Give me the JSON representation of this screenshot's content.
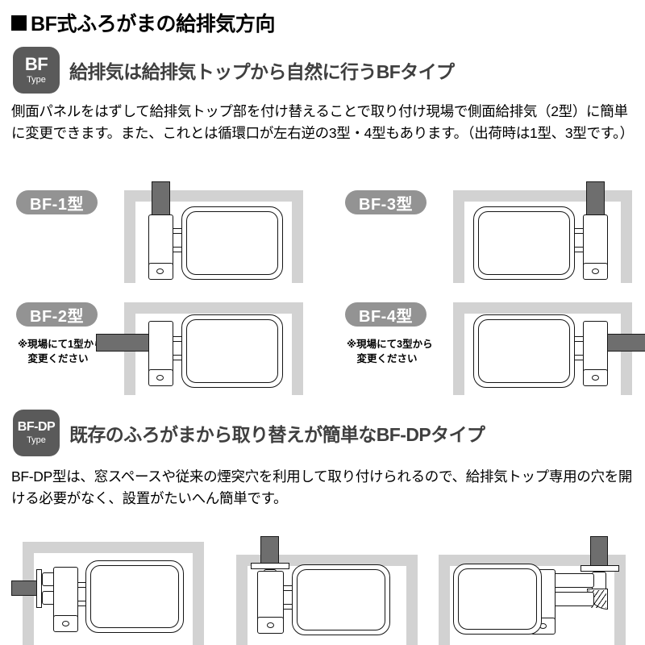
{
  "heading": {
    "bullet": "square-bullet",
    "title": "BF式ふろがまの給排気方向"
  },
  "sections": [
    {
      "badge_main": "BF",
      "badge_sub": "Type",
      "title": "給排気は給排気トップから自然に行うBFタイプ",
      "body": "側面パネルをはずして給排気トップ部を付け替えることで取り付け現場で側面給排気（2型）に簡単に変更できます。また、これとは循環口が左右逆の3型・4型もあります。（出荷時は1型、3型です。）"
    },
    {
      "badge_main": "BF-DP",
      "badge_sub": "Type",
      "title": "既存のふろがまから取り替えが簡単なBF-DPタイプ",
      "body": "BF-DP型は、窓スペースや従来の煙突穴を利用して取り付けられるので、給排気トップ専用の穴を開ける必要がなく、設置がたいへん簡単です。"
    }
  ],
  "models": [
    {
      "label": "BF-1型",
      "note": "",
      "duct_direction": "up",
      "unit_side": "left"
    },
    {
      "label": "BF-3型",
      "note": "",
      "duct_direction": "up",
      "unit_side": "right"
    },
    {
      "label": "BF-2型",
      "note": "※現場にて1型から\n　変更ください",
      "duct_direction": "left",
      "unit_side": "left"
    },
    {
      "label": "BF-4型",
      "note": "※現場にて3型から\n　変更ください",
      "duct_direction": "right",
      "unit_side": "right"
    }
  ],
  "dp_diagrams": [
    {
      "name": "dp-horizontal-left",
      "duct_direction": "left"
    },
    {
      "name": "dp-vertical-up",
      "duct_direction": "up"
    },
    {
      "name": "dp-elbow-right-up",
      "duct_direction": "right-up"
    }
  ],
  "colors": {
    "badge_bg": "#5a5a5a",
    "pill_bg": "#939393",
    "wall": "#d2d2d2",
    "duct": "#6e6e6e",
    "heading_text": "#000000",
    "section_title_text": "#3f3f3f",
    "outline": "#141414"
  }
}
